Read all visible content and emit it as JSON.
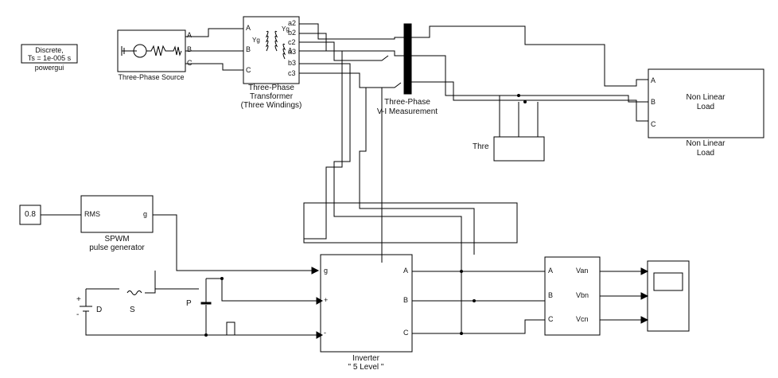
{
  "powergui": {
    "line1": "Discrete,",
    "line2": "Ts = 1e-005 s",
    "label": "powergui"
  },
  "source": {
    "label": "Three-Phase Source",
    "ports": [
      "A",
      "B",
      "C"
    ]
  },
  "transformer": {
    "label_lines": [
      "Three-Phase",
      "Transformer",
      "(Three Windings)"
    ],
    "in_ports": [
      "A",
      "B",
      "C"
    ],
    "out_ports": [
      "a2",
      "b2",
      "c2",
      "a3",
      "b3",
      "c3"
    ],
    "winding_labels": [
      "Yg",
      "Yg",
      "Δ"
    ]
  },
  "measurement": {
    "label_lines": [
      "Three-Phase",
      "V-I Measurement"
    ]
  },
  "load": {
    "inner_lines": [
      "Non Linear",
      "Load"
    ],
    "label_lines": [
      "Non Linear",
      "Load"
    ],
    "ports": [
      "A",
      "B",
      "C"
    ]
  },
  "three_block": {
    "label": "Thre"
  },
  "constant": {
    "value": "0.8"
  },
  "spwm": {
    "in_port": "RMS",
    "out_port": "g",
    "label_lines": [
      "SPWM",
      "pulse generator"
    ]
  },
  "dc": {
    "label": "D",
    "plus": "+",
    "minus": "-"
  },
  "switch": {
    "label": "S"
  },
  "cap": {
    "label": "P"
  },
  "inverter": {
    "in_ports": [
      "g",
      "+",
      "-"
    ],
    "out_ports": [
      "A",
      "B",
      "C"
    ],
    "label_lines": [
      "Inverter",
      "\" 5 Level \""
    ]
  },
  "vmeas": {
    "in_ports": [
      "A",
      "B",
      "C"
    ],
    "out_ports": [
      "Van",
      "Vbn",
      "Vcn"
    ]
  }
}
